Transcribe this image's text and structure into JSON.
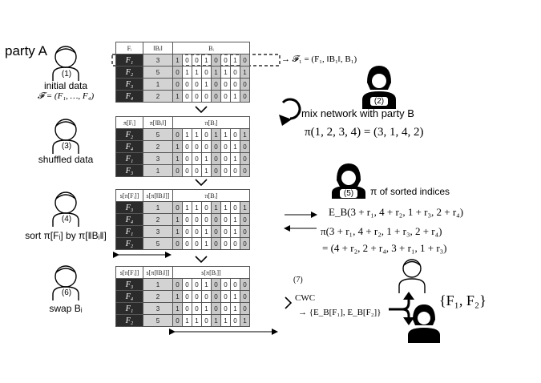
{
  "title": "party A",
  "parties": {
    "p1": {
      "num": "(1)",
      "label": "initial data",
      "sub": "𝓕 = (F₁, …, F₄)"
    },
    "p2": {
      "num": "(2)"
    },
    "p3": {
      "num": "(3)",
      "label": "shuffled data"
    },
    "p4": {
      "num": "(4)",
      "label": "sort π[Fᵢ] by π[‖Bᵢ‖]"
    },
    "p5": {
      "num": "(5)",
      "label": "π of sorted indices"
    },
    "p6": {
      "num": "(6)",
      "label": "swap Bᵢ"
    },
    "p7": {
      "num": "(7)",
      "label": "CWC",
      "result": "→ {E_B[F₁], E_B[F₂]}"
    }
  },
  "annotations": {
    "f1_def": "→ 𝓕₁ = (F₁, ‖B₁‖, B₁)",
    "mix": "mix network with party B",
    "perm": "π(1, 2, 3, 4) = (3, 1, 4, 2)",
    "enc1": "E_B(3 + r₁, 4 + r₂, 1 + r₃, 2 + r₄)",
    "enc2": "π(3 + r₁, 4 + r₂, 1 + r₃, 2 + r₄)",
    "enc3": "= (4 + r₂, 2 + r₄, 3 + r₁, 1 + r₃)",
    "final_set": "{F₁, F₂}"
  },
  "tables": [
    {
      "headers": [
        "Fᵢ",
        "‖Bᵢ‖",
        "Bᵢ"
      ],
      "rows": [
        {
          "f": "F₁",
          "n": "3",
          "bits": [
            "1",
            "0",
            "0",
            "1",
            "0",
            "0",
            "1",
            "0"
          ]
        },
        {
          "f": "F₂",
          "n": "5",
          "bits": [
            "0",
            "1",
            "1",
            "0",
            "1",
            "1",
            "0",
            "1"
          ]
        },
        {
          "f": "F₃",
          "n": "1",
          "bits": [
            "0",
            "0",
            "0",
            "1",
            "0",
            "0",
            "0",
            "0"
          ]
        },
        {
          "f": "F₄",
          "n": "2",
          "bits": [
            "1",
            "0",
            "0",
            "0",
            "0",
            "0",
            "1",
            "0"
          ]
        }
      ]
    },
    {
      "headers": [
        "π[Fᵢ]",
        "π[‖Bᵢ‖]",
        "π[Bᵢ]"
      ],
      "rows": [
        {
          "f": "F₂",
          "n": "5",
          "bits": [
            "0",
            "1",
            "1",
            "0",
            "1",
            "1",
            "0",
            "1"
          ]
        },
        {
          "f": "F₄",
          "n": "2",
          "bits": [
            "1",
            "0",
            "0",
            "0",
            "0",
            "0",
            "1",
            "0"
          ]
        },
        {
          "f": "F₁",
          "n": "3",
          "bits": [
            "1",
            "0",
            "0",
            "1",
            "0",
            "0",
            "1",
            "0"
          ]
        },
        {
          "f": "F₃",
          "n": "1",
          "bits": [
            "0",
            "0",
            "0",
            "1",
            "0",
            "0",
            "0",
            "0"
          ]
        }
      ]
    },
    {
      "headers": [
        "s[π[Fᵢ]]",
        "s[π[‖Bᵢ‖]]",
        "π[Bᵢ]"
      ],
      "rows": [
        {
          "f": "F₃",
          "n": "1",
          "bits": [
            "0",
            "1",
            "1",
            "0",
            "1",
            "1",
            "0",
            "1"
          ]
        },
        {
          "f": "F₄",
          "n": "2",
          "bits": [
            "1",
            "0",
            "0",
            "0",
            "0",
            "0",
            "1",
            "0"
          ]
        },
        {
          "f": "F₁",
          "n": "3",
          "bits": [
            "1",
            "0",
            "0",
            "1",
            "0",
            "0",
            "1",
            "0"
          ]
        },
        {
          "f": "F₂",
          "n": "5",
          "bits": [
            "0",
            "0",
            "0",
            "1",
            "0",
            "0",
            "0",
            "0"
          ]
        }
      ]
    },
    {
      "headers": [
        "s[π[Fᵢ]]",
        "s[π[‖Bᵢ‖]]",
        "s[π[Bᵢ]]"
      ],
      "rows": [
        {
          "f": "F₃",
          "n": "1",
          "bits": [
            "0",
            "0",
            "0",
            "1",
            "0",
            "0",
            "0",
            "0"
          ]
        },
        {
          "f": "F₄",
          "n": "2",
          "bits": [
            "1",
            "0",
            "0",
            "0",
            "0",
            "0",
            "1",
            "0"
          ]
        },
        {
          "f": "F₁",
          "n": "3",
          "bits": [
            "1",
            "0",
            "0",
            "1",
            "0",
            "0",
            "1",
            "0"
          ]
        },
        {
          "f": "F₂",
          "n": "5",
          "bits": [
            "0",
            "1",
            "1",
            "0",
            "1",
            "1",
            "0",
            "1"
          ]
        }
      ]
    }
  ]
}
